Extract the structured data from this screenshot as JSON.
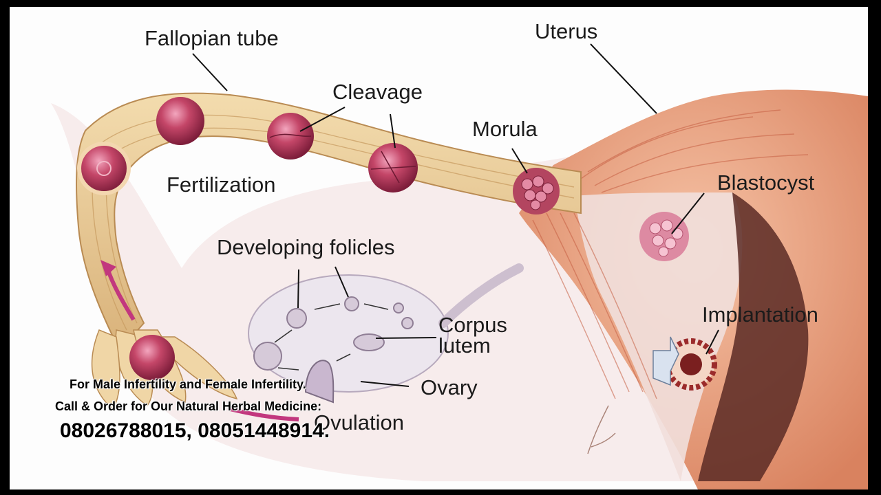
{
  "diagram": {
    "labels": {
      "fallopian_tube": "Fallopian tube",
      "uterus": "Uterus",
      "cleavage": "Cleavage",
      "morula": "Morula",
      "fertilization": "Fertilization",
      "blastocyst": "Blastocyst",
      "developing_follicles": "Developing folicles",
      "corpus_line1": "Corpus",
      "corpus_line2": "lutem",
      "implantation": "Implantation",
      "ovary": "Ovary",
      "ovulation": "Ovulation"
    },
    "colors": {
      "tissue": "#eccf9a",
      "uterus_muscle": "#e8a07e",
      "cell": "#b8385a",
      "arrow": "#c2377e"
    }
  },
  "overlay": {
    "line1": "For Male Infertility and Female Infertility.",
    "line2": "Call & Order for Our Natural Herbal Medicine:",
    "phones": "08026788015, 08051448914."
  }
}
